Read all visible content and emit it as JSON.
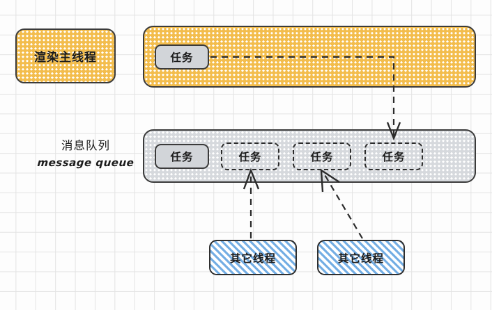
{
  "diagram": {
    "title_text_cn": "渲染主线程",
    "queue_label_cn": "消息队列",
    "queue_label_en": "message queue",
    "task_label": "任务",
    "thread_label": "其它线程",
    "colors": {
      "orange_hatch": "#f3bd4d",
      "grey_hatch": "#d6d9dd",
      "blue_hatch": "#74aee4",
      "task_fill": "#d2d5d9",
      "stroke": "#3b3b3b",
      "grid_line": "#e3e3e3",
      "background": "#fdfdfd"
    },
    "main_thread": {
      "label": "渲染主线程",
      "running_task": "任务"
    },
    "message_queue": {
      "label_cn": "消息队列",
      "label_en": "message queue",
      "front_task": "任务",
      "pending_tasks": [
        "任务",
        "任务",
        "任务"
      ]
    },
    "other_threads": [
      {
        "label": "其它线程"
      },
      {
        "label": "其它线程"
      }
    ]
  }
}
